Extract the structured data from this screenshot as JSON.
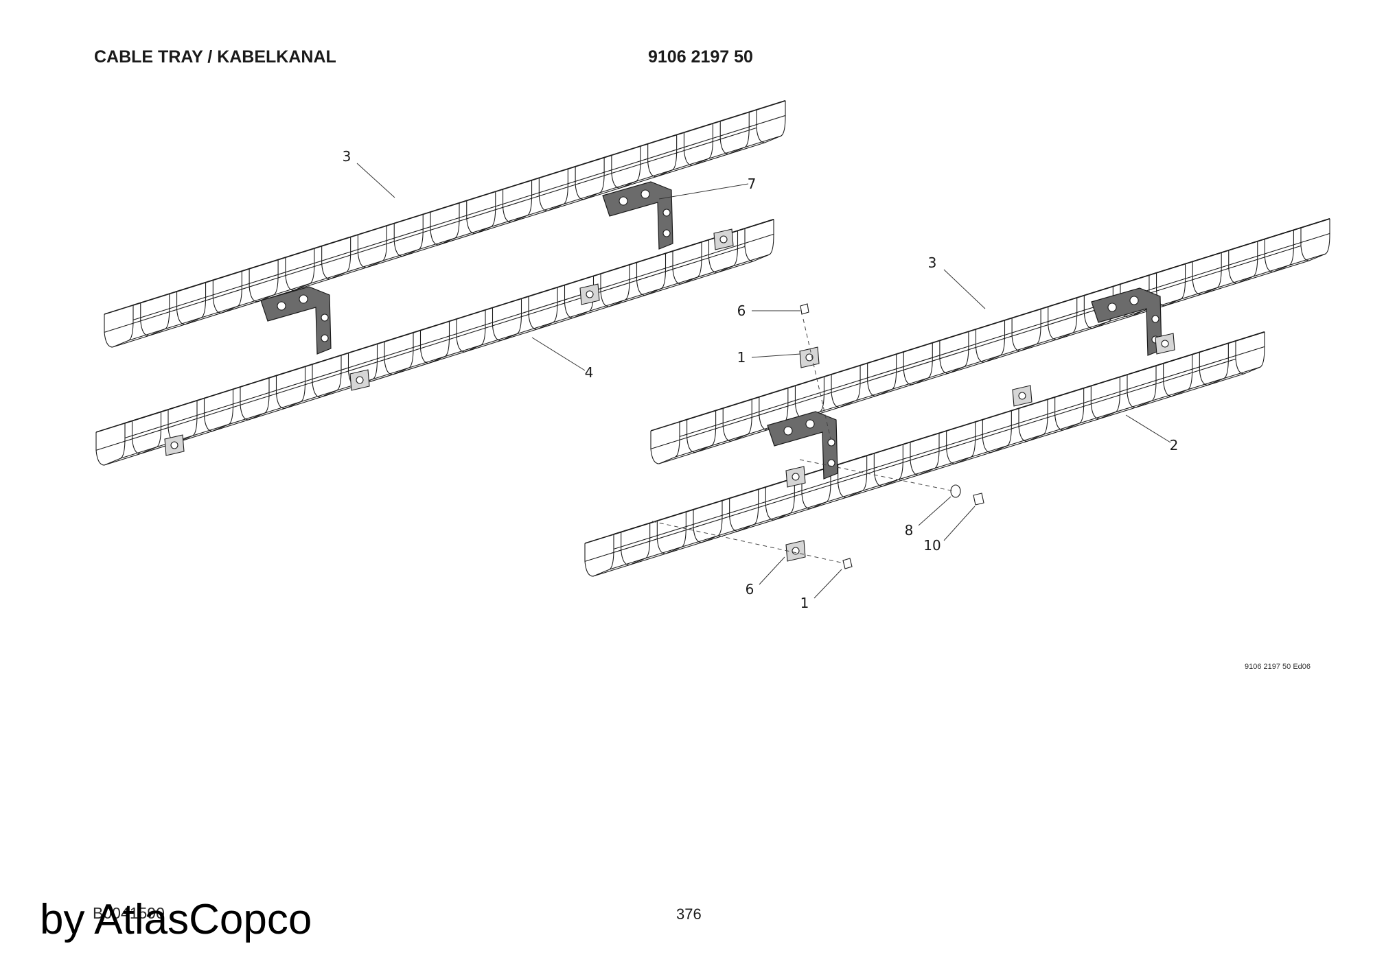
{
  "header": {
    "title": "CABLE TRAY / KABELKANAL",
    "part_number": "9106 2197 50"
  },
  "diagram": {
    "callouts": [
      "3",
      "7",
      "4",
      "3",
      "6",
      "1",
      "2",
      "8",
      "10",
      "6",
      "1"
    ]
  },
  "footer": {
    "edition": "9106 2197 50 Ed06",
    "drawing_code": "B0041590",
    "page_number": "376",
    "watermark": "by AtlasCopco"
  }
}
